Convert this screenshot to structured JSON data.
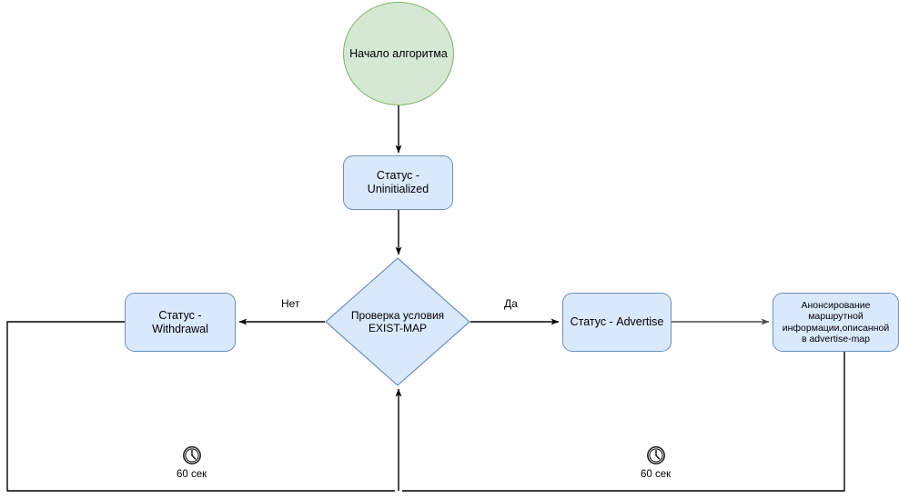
{
  "diagram": {
    "title": "",
    "background": "#ffffff",
    "colors": {
      "start_fill": "#d5e8d4",
      "start_stroke": "#82b366",
      "process_fill": "#dae8fc",
      "process_stroke": "#6c8ebf",
      "edge_black": "#000000",
      "edge_gray": "#666666",
      "text": "#000000"
    },
    "nodes": {
      "start": {
        "label": "Начало алгоритма",
        "shape": "ellipse"
      },
      "uninitialized": {
        "label": "Статус - Uninitialized",
        "shape": "rounded-rect"
      },
      "decision": {
        "label": "Проверка условия\nEXIST-MAP",
        "shape": "diamond"
      },
      "withdrawal": {
        "label": "Статус - Withdrawal",
        "shape": "rounded-rect"
      },
      "advertise": {
        "label": "Статус - Advertise",
        "shape": "rounded-rect"
      },
      "announce": {
        "label": "Анонсирование\nмаршрутной\nинформации,описанной\nв advertise-map",
        "shape": "rounded-rect"
      }
    },
    "edge_labels": {
      "no": "Нет",
      "yes": "Да"
    },
    "timers": {
      "left": {
        "icon": "clock-icon",
        "label": "60 сек"
      },
      "right": {
        "icon": "clock-icon",
        "label": "60 сек"
      }
    }
  }
}
